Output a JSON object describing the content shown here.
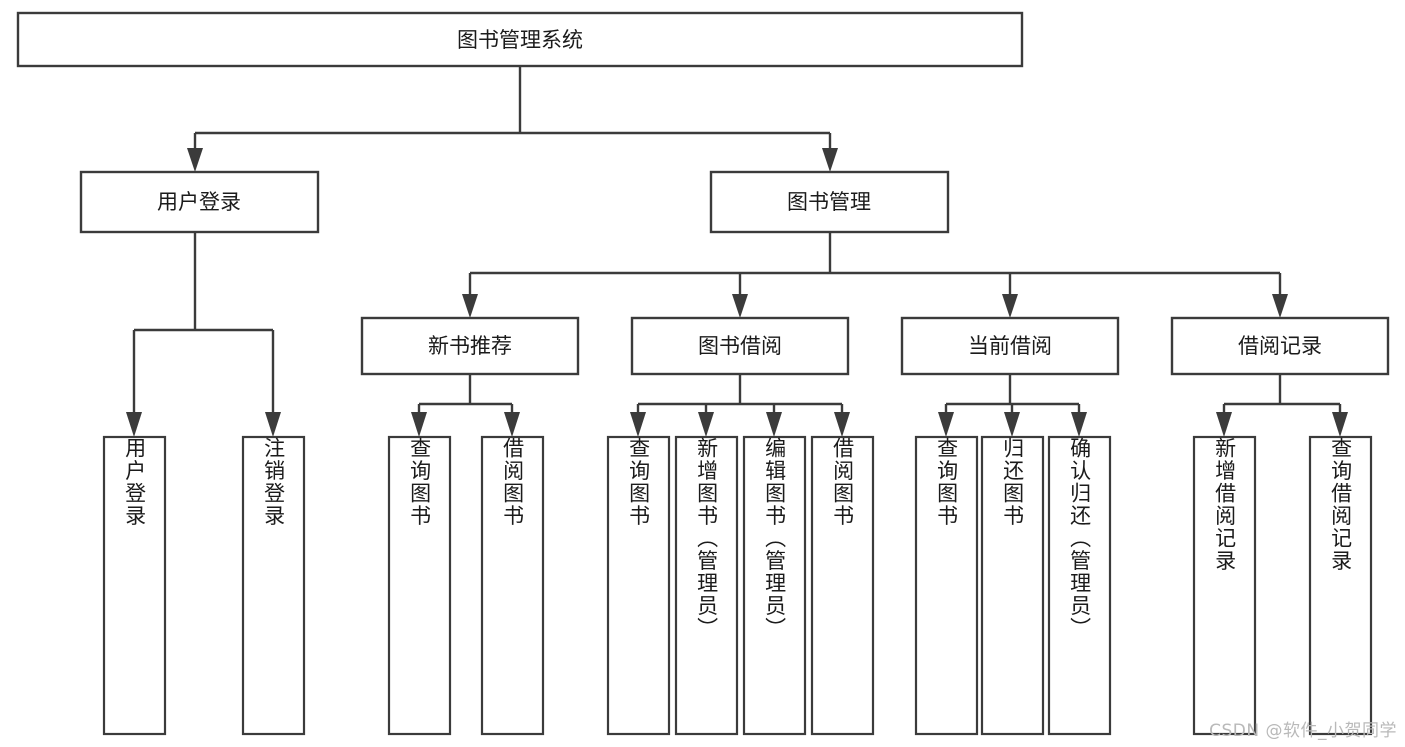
{
  "diagram": {
    "type": "tree",
    "title": "图书管理系统",
    "watermark": "CSDN @软件_小贺同学",
    "root": {
      "id": "root",
      "label": "图书管理系统",
      "orientation": "horizontal"
    },
    "level2": [
      {
        "id": "user-login",
        "label": "用户登录",
        "orientation": "horizontal"
      },
      {
        "id": "book-manage",
        "label": "图书管理",
        "orientation": "horizontal"
      }
    ],
    "level3": [
      {
        "id": "new-book-recommend",
        "label": "新书推荐",
        "orientation": "horizontal",
        "parent": "book-manage"
      },
      {
        "id": "book-borrow",
        "label": "图书借阅",
        "orientation": "horizontal",
        "parent": "book-manage"
      },
      {
        "id": "current-borrow",
        "label": "当前借阅",
        "orientation": "horizontal",
        "parent": "book-manage"
      },
      {
        "id": "borrow-record",
        "label": "借阅记录",
        "orientation": "horizontal",
        "parent": "book-manage"
      }
    ],
    "leaves": [
      {
        "id": "leaf-user-login",
        "label": "用户登录",
        "parent": "user-login",
        "orientation": "vertical"
      },
      {
        "id": "leaf-logout-login",
        "label": "注销登录",
        "parent": "user-login",
        "orientation": "vertical"
      },
      {
        "id": "leaf-query-book-1",
        "label": "查询图书",
        "parent": "new-book-recommend",
        "orientation": "vertical"
      },
      {
        "id": "leaf-borrow-book-1",
        "label": "借阅图书",
        "parent": "new-book-recommend",
        "orientation": "vertical"
      },
      {
        "id": "leaf-query-book-2",
        "label": "查询图书",
        "parent": "book-borrow",
        "orientation": "vertical"
      },
      {
        "id": "leaf-add-book",
        "label": "新增图书（管理员）",
        "parent": "book-borrow",
        "orientation": "vertical"
      },
      {
        "id": "leaf-edit-book",
        "label": "编辑图书（管理员）",
        "parent": "book-borrow",
        "orientation": "vertical"
      },
      {
        "id": "leaf-borrow-book-2",
        "label": "借阅图书",
        "parent": "book-borrow",
        "orientation": "vertical"
      },
      {
        "id": "leaf-query-book-3",
        "label": "查询图书",
        "parent": "current-borrow",
        "orientation": "vertical"
      },
      {
        "id": "leaf-return-book",
        "label": "归还图书",
        "parent": "current-borrow",
        "orientation": "vertical"
      },
      {
        "id": "leaf-confirm-return",
        "label": "确认归还（管理员）",
        "parent": "current-borrow",
        "orientation": "vertical"
      },
      {
        "id": "leaf-add-record",
        "label": "新增借阅记录",
        "parent": "borrow-record",
        "orientation": "vertical"
      },
      {
        "id": "leaf-query-record",
        "label": "查询借阅记录",
        "parent": "borrow-record",
        "orientation": "vertical"
      }
    ],
    "colors": {
      "stroke": "#3b3b3b",
      "fill": "#ffffff",
      "text": "#1b1b1b",
      "watermark": "#b9b9b9"
    }
  }
}
